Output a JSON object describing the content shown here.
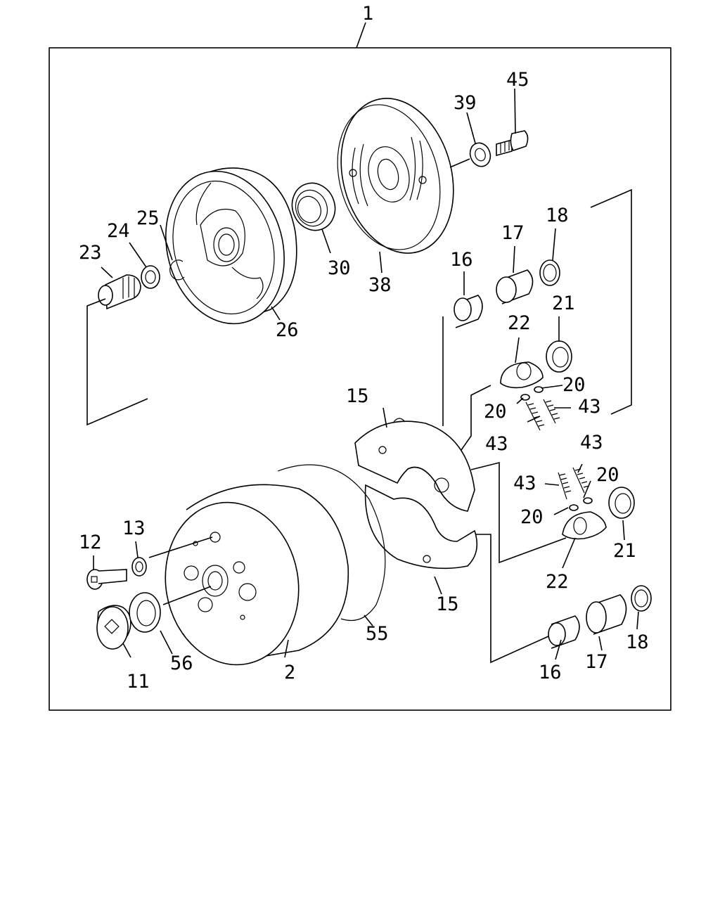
{
  "diagram": {
    "assembly_label": "1",
    "callouts": [
      {
        "id": "c1",
        "text": "2"
      },
      {
        "id": "c2",
        "text": "11"
      },
      {
        "id": "c3",
        "text": "12"
      },
      {
        "id": "c4",
        "text": "13"
      },
      {
        "id": "c5",
        "text": "15"
      },
      {
        "id": "c6",
        "text": "15"
      },
      {
        "id": "c7",
        "text": "16"
      },
      {
        "id": "c8",
        "text": "16"
      },
      {
        "id": "c9",
        "text": "17"
      },
      {
        "id": "c10",
        "text": "17"
      },
      {
        "id": "c11",
        "text": "18"
      },
      {
        "id": "c12",
        "text": "18"
      },
      {
        "id": "c13",
        "text": "20"
      },
      {
        "id": "c14",
        "text": "20"
      },
      {
        "id": "c15",
        "text": "20"
      },
      {
        "id": "c16",
        "text": "20"
      },
      {
        "id": "c17",
        "text": "21"
      },
      {
        "id": "c18",
        "text": "21"
      },
      {
        "id": "c19",
        "text": "22"
      },
      {
        "id": "c20",
        "text": "22"
      },
      {
        "id": "c21",
        "text": "23"
      },
      {
        "id": "c22",
        "text": "24"
      },
      {
        "id": "c23",
        "text": "25"
      },
      {
        "id": "c24",
        "text": "26"
      },
      {
        "id": "c25",
        "text": "30"
      },
      {
        "id": "c26",
        "text": "38"
      },
      {
        "id": "c27",
        "text": "39"
      },
      {
        "id": "c28",
        "text": "43"
      },
      {
        "id": "c29",
        "text": "43"
      },
      {
        "id": "c30",
        "text": "43"
      },
      {
        "id": "c31",
        "text": "43"
      },
      {
        "id": "c32",
        "text": "45"
      },
      {
        "id": "c33",
        "text": "55"
      },
      {
        "id": "c34",
        "text": "56"
      }
    ]
  }
}
